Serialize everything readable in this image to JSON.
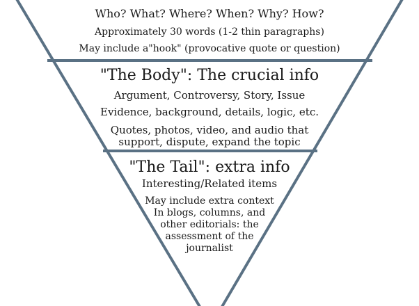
{
  "top_section": {
    "lines": [
      "Who? What? Where? When? Why? How?",
      "Approximately 30 words (1-2 thin paragraphs)",
      "May include a\"hook\" (provocative quote or question)"
    ]
  },
  "body_section": {
    "heading": "\"The Body\": The crucial info",
    "lines": [
      "Argument, Controversy, Story, Issue",
      "Evidence, background, details, logic, etc.",
      "Quotes, photos, video, and audio that",
      "support, dispute, expand the topic"
    ]
  },
  "tail_section": {
    "heading": "\"The Tail\": extra info",
    "lines": [
      "Interesting/Related items",
      "May include extra context",
      "In blogs, columns, and",
      "other editorials: the",
      "assessment of the",
      "journalist"
    ]
  },
  "colors": {
    "outline": "#5a7184",
    "text": "#1a1a1a"
  }
}
